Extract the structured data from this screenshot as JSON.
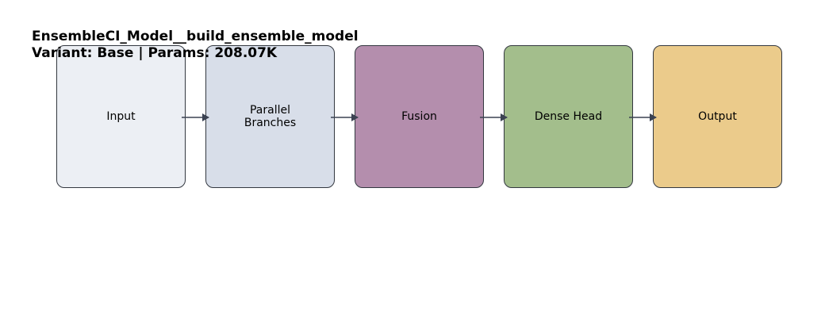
{
  "diagram": {
    "title": "EnsembleCI_Model__build_ensemble_model",
    "subtitle": "Variant: Base | Params: 208.07K",
    "nodes": [
      {
        "id": "input",
        "label": "Input",
        "color": "#ECEFF4"
      },
      {
        "id": "parallel-branches",
        "label": "Parallel\nBranches",
        "color": "#D8DEE9"
      },
      {
        "id": "fusion",
        "label": "Fusion",
        "color": "#B48EAD"
      },
      {
        "id": "dense-head",
        "label": "Dense Head",
        "color": "#A3BE8C"
      },
      {
        "id": "output",
        "label": "Output",
        "color": "#EBCB8B"
      }
    ],
    "edges": [
      {
        "from": "input",
        "to": "parallel-branches"
      },
      {
        "from": "parallel-branches",
        "to": "fusion"
      },
      {
        "from": "fusion",
        "to": "dense-head"
      },
      {
        "from": "dense-head",
        "to": "output"
      }
    ],
    "edge_color": "#3B4252",
    "border_color": "#333840"
  }
}
